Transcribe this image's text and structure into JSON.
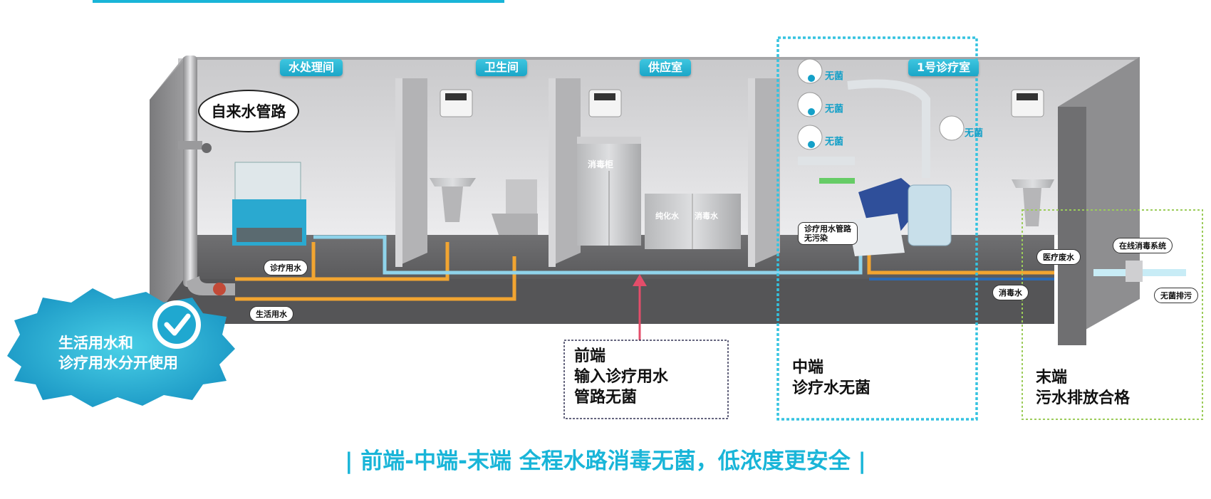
{
  "rooms": {
    "water_treatment": "水处理间",
    "restroom": "卫生间",
    "supply_room": "供应室",
    "clinic_1": "1号诊疗室"
  },
  "tap_water_pipe": "自来水管路",
  "pipe_labels": {
    "clinical_water": "诊疗用水",
    "domestic_water": "生活用水",
    "medical_waste_water": "医疗废水",
    "disinfectant_water": "消毒水",
    "online_disinfection": "在线消毒系统",
    "sterile_discharge": "无菌排污"
  },
  "fixtures": {
    "disinfection_cabinet": "消毒柜",
    "purified_water": "纯化水",
    "disinfection_water": "消毒水",
    "clinic_pipe_clean_line1": "诊疗用水管路",
    "clinic_pipe_clean_line2": "无污染"
  },
  "sterile_tags": [
    "无菌",
    "无菌",
    "无菌",
    "无菌"
  ],
  "badge": {
    "line1": "生活用水和",
    "line2": "诊疗用水分开使用"
  },
  "callouts": {
    "front": {
      "line1": "前端",
      "line2": "输入诊疗用水",
      "line3": "管路无菌"
    },
    "middle": {
      "line1": "中端",
      "line2": "诊疗水无菌"
    },
    "end": {
      "line1": "末端",
      "line2": "污水排放合格"
    }
  },
  "tagline": "| 前端-中端-末端 全程水路消毒无菌，低浓度更安全 |",
  "colors": {
    "accent_cyan": "#19b5d8",
    "pipe_orange": "#f2a531",
    "pipe_blue": "#8fd3ea",
    "frame_green": "#9ccc5a",
    "arrow_red": "#e44d6a"
  }
}
